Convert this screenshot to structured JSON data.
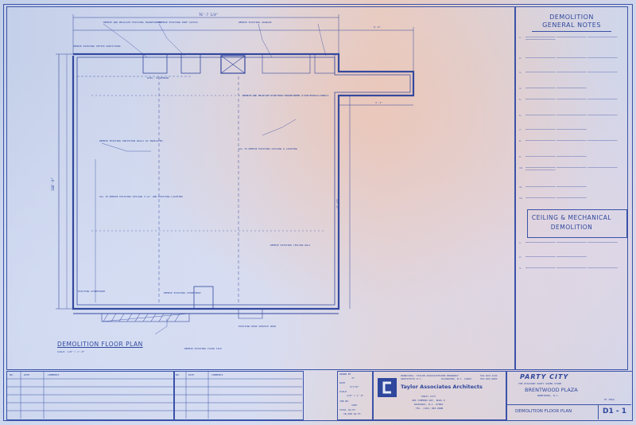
{
  "plan": {
    "title": "DEMOLITION FLOOR PLAN",
    "scale": "SCALE: 1/8\" = 1'-0\"",
    "dims": {
      "top": "76'-7 1/4\"",
      "right_top": "6'-0\"",
      "right_side": "3'-1\"",
      "left_side": "148'-0\"",
      "right_dim": "127'-0\""
    },
    "callouts": [
      "REMOVE EXISTING OFFICE PARTITIONS",
      "REMOVE AND RELOCATE EXISTING TRANSFORMER",
      "REMOVE EXISTING ROOF ACCESS",
      "ELEV. TO REMAIN",
      "REMOVE EXISTING SIGNAGE",
      "REMOVE AND RELOCATE EXISTING TRANSFORMER 2 ELECTRICAL PANELS",
      "REMOVE EXISTING PARTITION WALLS AS INDICATED",
      "ALL TO REMOVE EXISTING CEILING & LIGHTING",
      "ALL TO REMOVE EXISTING CEILING 4'x4' AND EXISTING LIGHTING",
      "REMOVE EXISTING CEILING WALL",
      "EXISTING STOREFRONT",
      "REMOVE EXISTING STOREFRONT",
      "EXISTING REAR SERVICE DOOR",
      "REMOVE EXISTING FLOOR TILE"
    ]
  },
  "notes": {
    "title_line1": "DEMOLITION",
    "title_line2": "GENERAL NOTES",
    "numbers": [
      "1.",
      "2.",
      "3.",
      "4.",
      "5.",
      "6.",
      "7.",
      "8.",
      "9.",
      "10.",
      "11.",
      "12.",
      "13."
    ],
    "section2_line1": "CEILING & MECHANICAL",
    "section2_line2": "DEMOLITION",
    "numbers2": [
      "1.",
      "2.",
      "3."
    ]
  },
  "revisions": {
    "headers": [
      "NO.",
      "DATE",
      "COMMENTS"
    ],
    "headers2": [
      "NO.",
      "DATE",
      "COMMENTS"
    ]
  },
  "titleblock": {
    "drawn_label": "DRAWN BY",
    "drawn_val": "JY",
    "date_label": "DATE",
    "date_val": "3/7/97",
    "scale_label": "SCALE",
    "scale_val": "1/8\" = 1'-0\"",
    "job_label": "JOB NO.",
    "job_val": "1045",
    "total_label": "TOTAL SQ.FT.",
    "total_val": "18,208 SQ.FT.",
    "firm": "Taylor Associates Architects",
    "firm_line1": "PRINCIPAL: TAYLOR ASSOCIATES",
    "firm_line2": "ARCHITECTS P.C.",
    "firm_addr1": "680 BROADWAY",
    "firm_addr2": "PLAINVIEW, N.Y. 11803",
    "firm_phone": "516 822-1141",
    "firm_fax": "516 822-9901",
    "client1": "PARTY CITY",
    "client2": "400 COMMONS WAY, BLDG D",
    "client3": "ROCKAWAY, N.J. 07866",
    "client4": "TEL. (201) 983-0888",
    "brand": "PARTY CITY",
    "brand_sub": "THE DISCOUNT PARTY SUPER STORE",
    "project": "BRENTWOOD PLAZA",
    "project_loc": "BRENTWOOD, N.Y.",
    "proj_no": "PT 3064",
    "sheet_title": "DEMOLITION FLOOR PLAN",
    "sheet_no": "D1 - 1"
  }
}
